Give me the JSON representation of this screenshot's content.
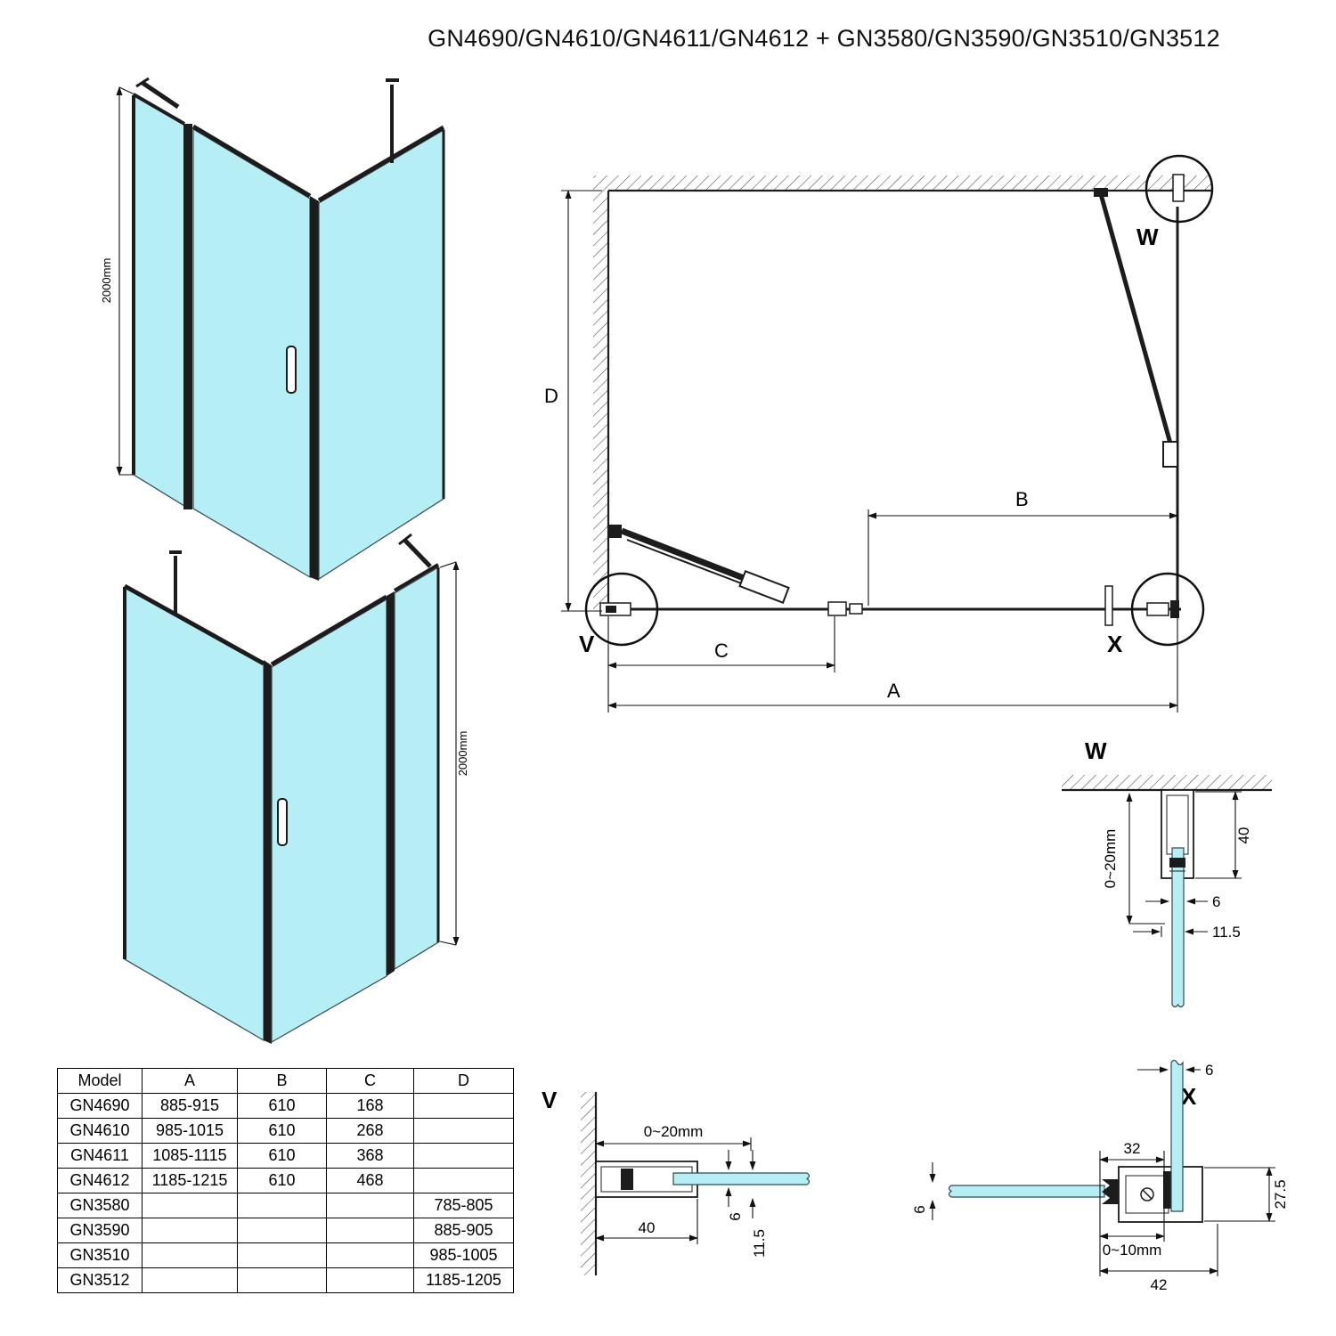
{
  "title": "GN4690/GN4610/GN4611/GN4612 + GN3580/GN3590/GN3510/GN3512",
  "colors": {
    "glass": "#b6eef5",
    "line": "#1a1a1a"
  },
  "iso": {
    "height1": "2000mm",
    "height2": "2000mm"
  },
  "plan": {
    "dim_d": "D",
    "dim_b": "B",
    "dim_c": "C",
    "dim_a": "A",
    "label_v": "V",
    "label_w": "W",
    "label_x": "X"
  },
  "detail_w": {
    "label": "W",
    "dim_40": "40",
    "dim_6": "6",
    "dim_115": "11.5",
    "dim_range": "0~20mm"
  },
  "detail_v": {
    "label": "V",
    "dim_range": "0~20mm",
    "dim_40": "40",
    "dim_6": "6",
    "dim_115": "11.5"
  },
  "detail_x": {
    "label": "X",
    "dim_glass_top": "6",
    "dim_glass_left": "6",
    "dim_32": "32",
    "dim_275": "27.5",
    "dim_range": "0~10mm",
    "dim_42": "42"
  },
  "table": {
    "headers": [
      "Model",
      "A",
      "B",
      "C",
      "D"
    ],
    "rows": [
      {
        "model": "GN4690",
        "a": "885-915",
        "b": "610",
        "c": "168",
        "d": ""
      },
      {
        "model": "GN4610",
        "a": "985-1015",
        "b": "610",
        "c": "268",
        "d": ""
      },
      {
        "model": "GN4611",
        "a": "1085-1115",
        "b": "610",
        "c": "368",
        "d": ""
      },
      {
        "model": "GN4612",
        "a": "1185-1215",
        "b": "610",
        "c": "468",
        "d": ""
      },
      {
        "model": "GN3580",
        "a": "",
        "b": "",
        "c": "",
        "d": "785-805"
      },
      {
        "model": "GN3590",
        "a": "",
        "b": "",
        "c": "",
        "d": "885-905"
      },
      {
        "model": "GN3510",
        "a": "",
        "b": "",
        "c": "",
        "d": "985-1005"
      },
      {
        "model": "GN3512",
        "a": "",
        "b": "",
        "c": "",
        "d": "1185-1205"
      }
    ]
  }
}
